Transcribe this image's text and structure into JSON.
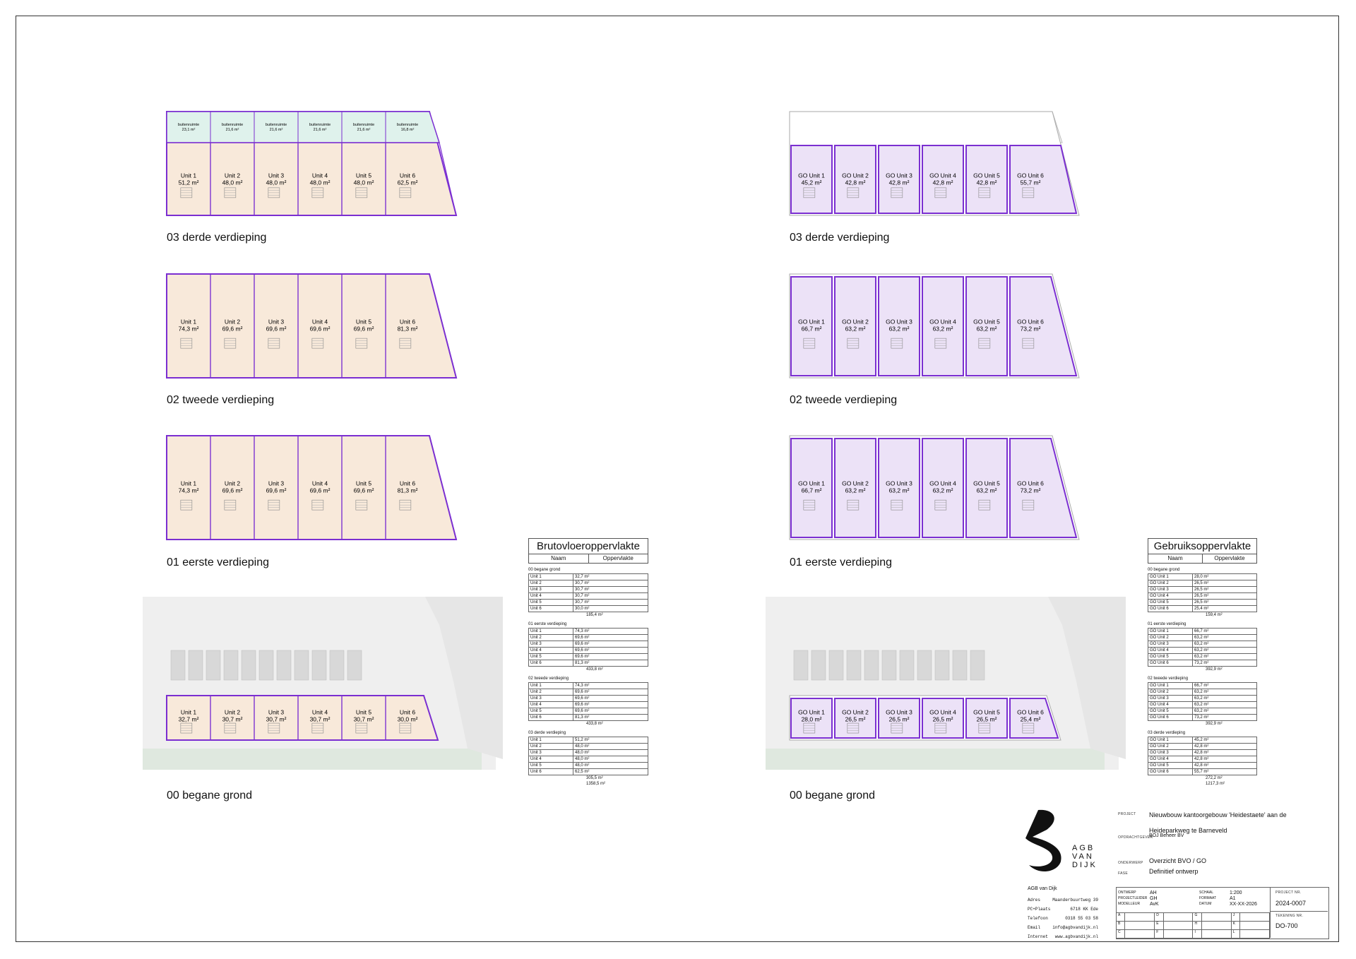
{
  "colors": {
    "bvo_fill": "#f8e9da",
    "go_fill": "#ece2f7",
    "outline": "#7b2fd1",
    "buiten_fill": "#dff2ec"
  },
  "bvo_plans": {
    "derde": {
      "label": "03 derde verdieping",
      "buiten": [
        {
          "name": "buitenruimte",
          "area": "23,1 m²"
        },
        {
          "name": "buitenruimte",
          "area": "21,6 m²"
        },
        {
          "name": "buitenruimte",
          "area": "21,6 m²"
        },
        {
          "name": "buitenruimte",
          "area": "21,6 m²"
        },
        {
          "name": "buitenruimte",
          "area": "21,6 m²"
        },
        {
          "name": "buitenruimte",
          "area": "16,8 m²"
        }
      ],
      "units": [
        {
          "name": "Unit 1",
          "area": "51,2 m²"
        },
        {
          "name": "Unit 2",
          "area": "48,0 m²"
        },
        {
          "name": "Unit 3",
          "area": "48,0 m²"
        },
        {
          "name": "Unit 4",
          "area": "48,0 m²"
        },
        {
          "name": "Unit 5",
          "area": "48,0 m²"
        },
        {
          "name": "Unit 6",
          "area": "62,5 m²"
        }
      ]
    },
    "tweede": {
      "label": "02 tweede verdieping",
      "units": [
        {
          "name": "Unit 1",
          "area": "74,3 m²"
        },
        {
          "name": "Unit 2",
          "area": "69,6 m²"
        },
        {
          "name": "Unit 3",
          "area": "69,6 m²"
        },
        {
          "name": "Unit 4",
          "area": "69,6 m²"
        },
        {
          "name": "Unit 5",
          "area": "69,6 m²"
        },
        {
          "name": "Unit 6",
          "area": "81,3 m²"
        }
      ]
    },
    "eerste": {
      "label": "01 eerste verdieping",
      "units": [
        {
          "name": "Unit 1",
          "area": "74,3 m²"
        },
        {
          "name": "Unit 2",
          "area": "69,6 m²"
        },
        {
          "name": "Unit 3",
          "area": "69,6 m²"
        },
        {
          "name": "Unit 4",
          "area": "69,6 m²"
        },
        {
          "name": "Unit 5",
          "area": "69,6 m²"
        },
        {
          "name": "Unit 6",
          "area": "81,3 m²"
        }
      ]
    },
    "begane": {
      "label": "00 begane grond",
      "units": [
        {
          "name": "Unit 1",
          "area": "32,7 m²"
        },
        {
          "name": "Unit 2",
          "area": "30,7 m²"
        },
        {
          "name": "Unit 3",
          "area": "30,7 m²"
        },
        {
          "name": "Unit 4",
          "area": "30,7 m²"
        },
        {
          "name": "Unit 5",
          "area": "30,7 m²"
        },
        {
          "name": "Unit 6",
          "area": "30,0 m²"
        }
      ]
    }
  },
  "go_plans": {
    "derde": {
      "label": "03 derde verdieping",
      "units": [
        {
          "name": "GO Unit 1",
          "area": "45,2 m²"
        },
        {
          "name": "GO Unit 2",
          "area": "42,8 m²"
        },
        {
          "name": "GO Unit 3",
          "area": "42,8 m²"
        },
        {
          "name": "GO Unit 4",
          "area": "42,8 m²"
        },
        {
          "name": "GO Unit 5",
          "area": "42,8 m²"
        },
        {
          "name": "GO Unit 6",
          "area": "55,7 m²"
        }
      ]
    },
    "tweede": {
      "label": "02 tweede verdieping",
      "units": [
        {
          "name": "GO Unit 1",
          "area": "66,7 m²"
        },
        {
          "name": "GO Unit 2",
          "area": "63,2 m²"
        },
        {
          "name": "GO Unit 3",
          "area": "63,2 m²"
        },
        {
          "name": "GO Unit 4",
          "area": "63,2 m²"
        },
        {
          "name": "GO Unit 5",
          "area": "63,2 m²"
        },
        {
          "name": "GO Unit 6",
          "area": "73,2 m²"
        }
      ]
    },
    "eerste": {
      "label": "01 eerste verdieping",
      "units": [
        {
          "name": "GO Unit 1",
          "area": "66,7 m²"
        },
        {
          "name": "GO Unit 2",
          "area": "63,2 m²"
        },
        {
          "name": "GO Unit 3",
          "area": "63,2 m²"
        },
        {
          "name": "GO Unit 4",
          "area": "63,2 m²"
        },
        {
          "name": "GO Unit 5",
          "area": "63,2 m²"
        },
        {
          "name": "GO Unit 6",
          "area": "73,2 m²"
        }
      ]
    },
    "begane": {
      "label": "00 begane grond",
      "units": [
        {
          "name": "GO Unit 1",
          "area": "28,0 m²"
        },
        {
          "name": "GO Unit 2",
          "area": "26,5 m²"
        },
        {
          "name": "GO Unit 3",
          "area": "26,5 m²"
        },
        {
          "name": "GO Unit 4",
          "area": "26,5 m²"
        },
        {
          "name": "GO Unit 5",
          "area": "26,5 m²"
        },
        {
          "name": "GO Unit 6",
          "area": "25,4 m²"
        }
      ]
    }
  },
  "bvo_table": {
    "title": "Brutovloeroppervlakte",
    "col_name": "Naam",
    "col_area": "Oppervlakte",
    "groups": [
      {
        "title": "00 begane grond",
        "rows": [
          [
            "Unit 1",
            "32,7 m²"
          ],
          [
            "Unit 2",
            "30,7 m²"
          ],
          [
            "Unit 3",
            "30,7 m²"
          ],
          [
            "Unit 4",
            "30,7 m²"
          ],
          [
            "Unit 5",
            "30,7 m²"
          ],
          [
            "Unit 6",
            "30,0 m²"
          ]
        ],
        "total": "185,4 m²"
      },
      {
        "title": "01 eerste verdieping",
        "rows": [
          [
            "Unit 1",
            "74,3 m²"
          ],
          [
            "Unit 2",
            "69,6 m²"
          ],
          [
            "Unit 3",
            "69,6 m²"
          ],
          [
            "Unit 4",
            "69,6 m²"
          ],
          [
            "Unit 5",
            "69,6 m²"
          ],
          [
            "Unit 6",
            "81,3 m²"
          ]
        ],
        "total": "433,8 m²"
      },
      {
        "title": "02 tweede verdieping",
        "rows": [
          [
            "Unit 1",
            "74,3 m²"
          ],
          [
            "Unit 2",
            "69,6 m²"
          ],
          [
            "Unit 3",
            "69,6 m²"
          ],
          [
            "Unit 4",
            "69,6 m²"
          ],
          [
            "Unit 5",
            "69,6 m²"
          ],
          [
            "Unit 6",
            "81,3 m²"
          ]
        ],
        "total": "433,8 m²"
      },
      {
        "title": "03 derde verdieping",
        "rows": [
          [
            "Unit 1",
            "51,2 m²"
          ],
          [
            "Unit 2",
            "48,0 m²"
          ],
          [
            "Unit 3",
            "48,0 m²"
          ],
          [
            "Unit 4",
            "48,0 m²"
          ],
          [
            "Unit 5",
            "48,0 m²"
          ],
          [
            "Unit 6",
            "62,5 m²"
          ]
        ],
        "total": "305,5 m²"
      }
    ],
    "grand_total": "1358,5 m²"
  },
  "go_table": {
    "title": "Gebruiksoppervlakte",
    "col_name": "Naam",
    "col_area": "Oppervlakte",
    "groups": [
      {
        "title": "00 begane grond",
        "rows": [
          [
            "GO Unit 1",
            "28,0 m²"
          ],
          [
            "GO Unit 2",
            "26,5 m²"
          ],
          [
            "GO Unit 3",
            "26,5 m²"
          ],
          [
            "GO Unit 4",
            "26,5 m²"
          ],
          [
            "GO Unit 5",
            "26,5 m²"
          ],
          [
            "GO Unit 6",
            "25,4 m²"
          ]
        ],
        "total": "159,4 m²"
      },
      {
        "title": "01 eerste verdieping",
        "rows": [
          [
            "GO Unit 1",
            "66,7 m²"
          ],
          [
            "GO Unit 2",
            "63,2 m²"
          ],
          [
            "GO Unit 3",
            "63,2 m²"
          ],
          [
            "GO Unit 4",
            "63,2 m²"
          ],
          [
            "GO Unit 5",
            "63,2 m²"
          ],
          [
            "GO Unit 6",
            "73,2 m²"
          ]
        ],
        "total": "392,9 m²"
      },
      {
        "title": "02 tweede verdieping",
        "rows": [
          [
            "GO Unit 1",
            "66,7 m²"
          ],
          [
            "GO Unit 2",
            "63,2 m²"
          ],
          [
            "GO Unit 3",
            "63,2 m²"
          ],
          [
            "GO Unit 4",
            "63,2 m²"
          ],
          [
            "GO Unit 5",
            "63,2 m²"
          ],
          [
            "GO Unit 6",
            "73,2 m²"
          ]
        ],
        "total": "392,9 m²"
      },
      {
        "title": "03 derde verdieping",
        "rows": [
          [
            "GO Unit 1",
            "45,2 m²"
          ],
          [
            "GO Unit 2",
            "42,8 m²"
          ],
          [
            "GO Unit 3",
            "42,8 m²"
          ],
          [
            "GO Unit 4",
            "42,8 m²"
          ],
          [
            "GO Unit 5",
            "42,8 m²"
          ],
          [
            "GO Unit 6",
            "55,7 m²"
          ]
        ],
        "total": "272,2 m²"
      }
    ],
    "grand_total": "1217,3 m²"
  },
  "titleblock": {
    "logo_text": [
      "AGB",
      "VAN",
      "DIJK"
    ],
    "company": "AGB van Dijk",
    "contact": [
      [
        "Adres",
        "Maanderbuurtweg 39"
      ],
      [
        "PC+Plaats",
        "6718 KK Ede"
      ],
      [
        "Telefoon",
        "0318 55 03 58"
      ],
      [
        "Email",
        "info@agbvandijk.nl"
      ],
      [
        "Internet",
        "www.agbvandijk.nl"
      ]
    ],
    "project_label": "PROJECT",
    "project_value": "Nieuwbouw kantoorgebouw 'Heidestaete' aan de Heideparkweg te Barneveld",
    "client_label": "OPDRACHTGEVER",
    "client_value": "BOJ Beheer BV",
    "subject_label": "ONDERWERP",
    "subject_value": "Overzicht BVO / GO",
    "phase_label": "FASE",
    "phase_value": "Definitief ontwerp",
    "meta": [
      [
        "ONTWERP",
        "AH",
        "SCHAAL",
        "1:200"
      ],
      [
        "PROJECTLEIDER",
        "GH",
        "FORMAAT",
        "A1"
      ],
      [
        "MODELLEUR",
        "AvK",
        "DATUM",
        "XX-XX-2026"
      ]
    ],
    "projectnr_label": "PROJECT NR.",
    "projectnr_value": "2024-0007",
    "drawingnr_label": "TEKENING NR.",
    "drawingnr_value": "DO-700",
    "revisions": [
      "A",
      "B",
      "C",
      "D",
      "E",
      "F",
      "G",
      "H",
      "I",
      "J",
      "K",
      "L"
    ]
  }
}
